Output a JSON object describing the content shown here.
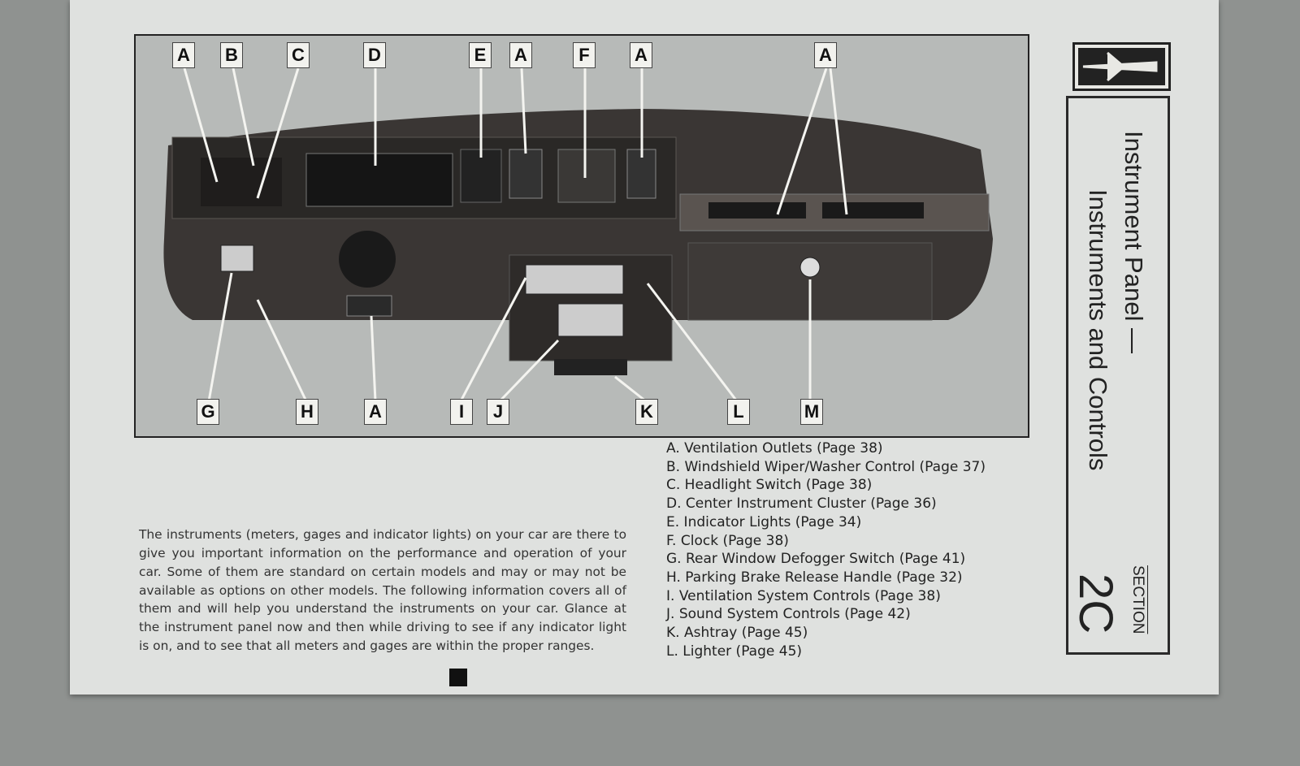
{
  "figure": {
    "top_labels": [
      "A",
      "B",
      "C",
      "D",
      "E",
      "A",
      "F",
      "A",
      "A"
    ],
    "bottom_labels": [
      "G",
      "H",
      "A",
      "I",
      "J",
      "K",
      "L",
      "M"
    ]
  },
  "body_text": "The instruments (meters, gages and indicator lights) on your car are there to give you important information on the performance and operation of your car. Some of them are standard on certain models and may or may not be available as options on other models. The following information covers all of them and will help you understand the instruments on your car. Glance at the instrument panel now and then while driving to see if any indicator light is on, and to see that all meters and gages are within the proper ranges.",
  "legend": [
    "A. Ventilation Outlets (Page 38)",
    "B. Windshield Wiper/Washer Control (Page 37)",
    "C. Headlight Switch (Page 38)",
    "D. Center Instrument Cluster (Page 36)",
    "E. Indicator Lights (Page 34)",
    "F. Clock (Page 38)",
    "G. Rear Window Defogger Switch (Page 41)",
    "H. Parking Brake Release Handle (Page 32)",
    "I.  Ventilation System Controls (Page 38)",
    "J.  Sound System Controls (Page 42)",
    "K. Ashtray (Page 45)",
    "L. Lighter (Page 45)"
  ],
  "section": {
    "title_line1": "Instrument Panel —",
    "title_line2": "Instruments and Controls",
    "section_label": "SECTION",
    "section_number": "2C"
  }
}
